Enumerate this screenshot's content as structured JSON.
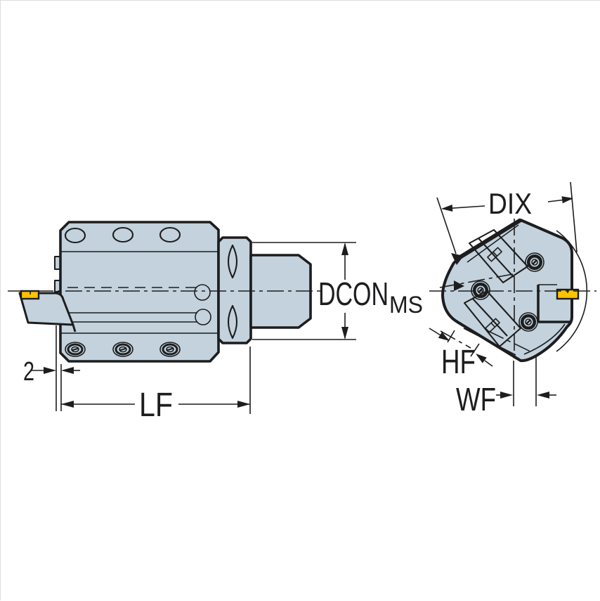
{
  "drawing": {
    "side_view": {
      "dim_dcon_label": "DCON",
      "dim_dcon_subscript": "MS",
      "dim_length_label": "LF",
      "dim_offset_label": "2"
    },
    "end_view": {
      "dim_diameter_label": "DIX",
      "dim_height_label": "HF",
      "dim_width_label": "WF"
    },
    "colors": {
      "body_fill": "#c3d2dc",
      "insert_fill": "#ffc400",
      "line": "#1d1d1f",
      "background": "#ffffff"
    }
  }
}
